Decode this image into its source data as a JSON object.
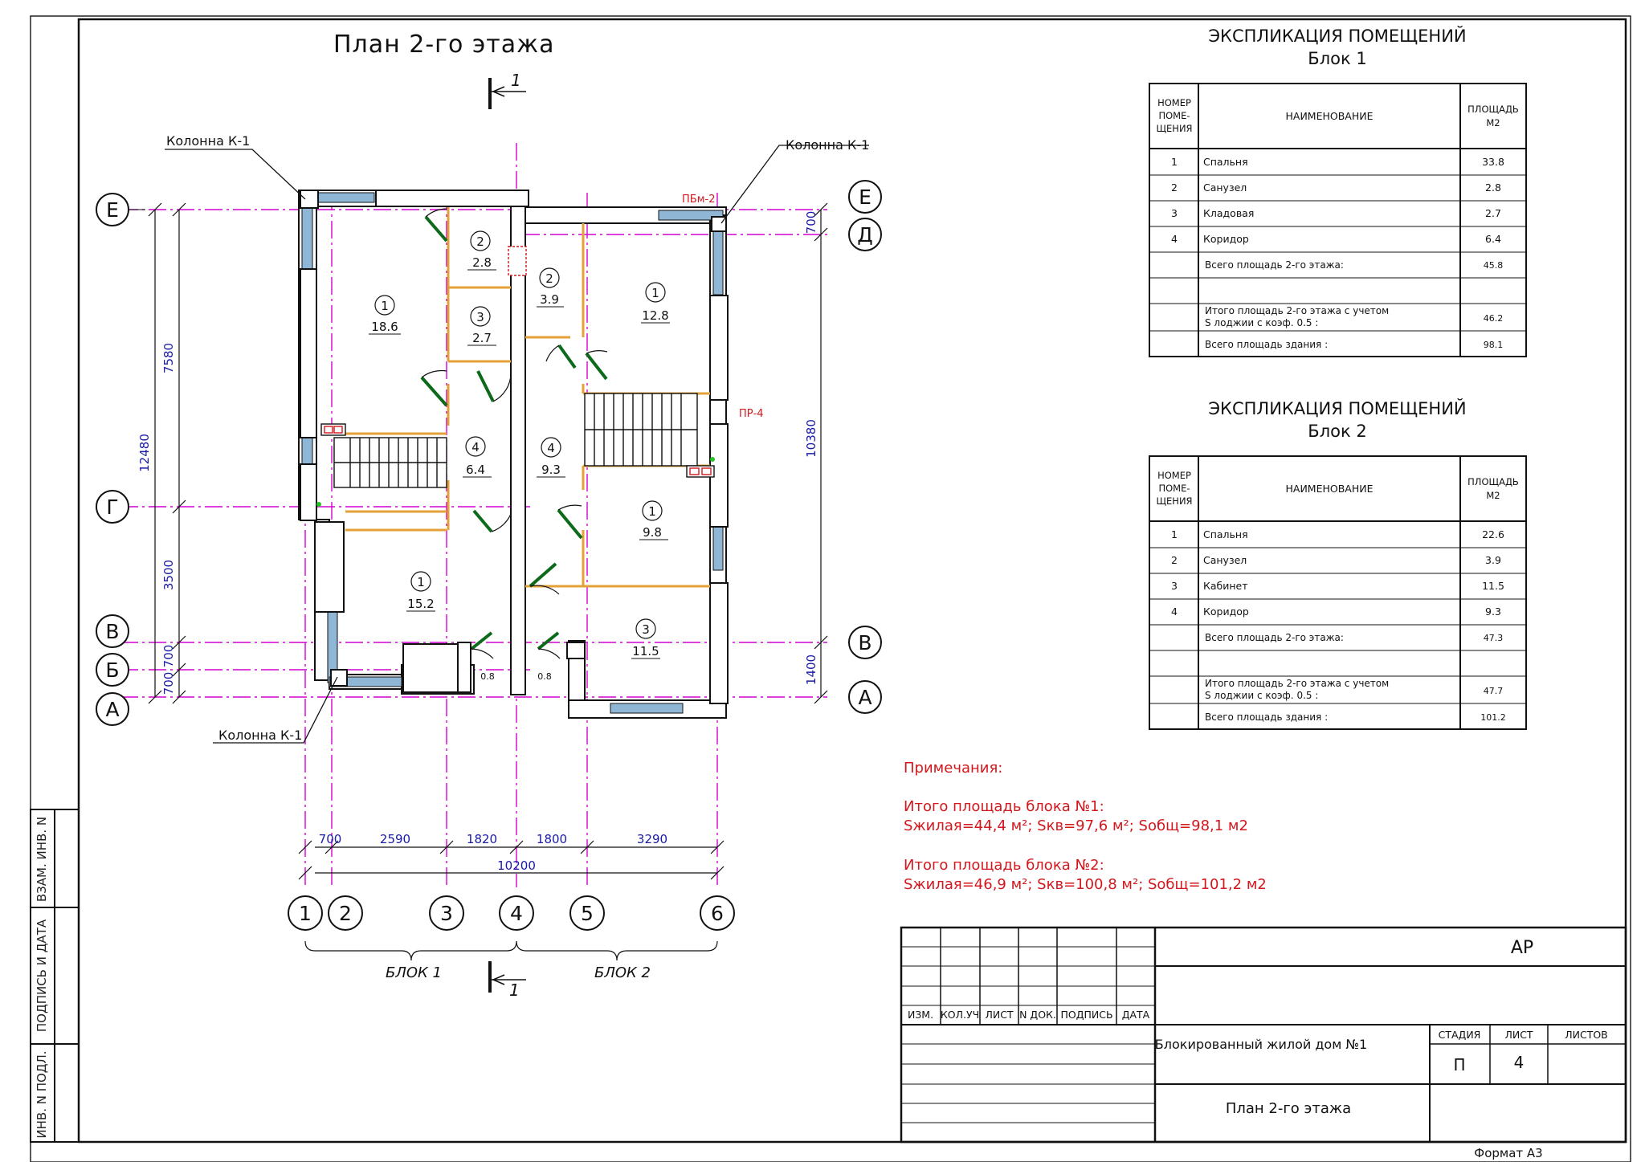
{
  "plan_title": "План 2-го этажа",
  "section_mark": "1",
  "column_label": "Колонна К-1",
  "lintel_label": "ПБм-2",
  "opening_label": "ПР-4",
  "axes": {
    "rows": [
      "Е",
      "Д",
      "Г",
      "В",
      "Б",
      "А"
    ],
    "cols": [
      "1",
      "2",
      "3",
      "4",
      "5",
      "6"
    ]
  },
  "dims": {
    "bottom_chain": [
      "700",
      "2590",
      "1820",
      "1800",
      "3290"
    ],
    "bottom_total": "10200",
    "left_inner": [
      "7580",
      "3500",
      "700",
      "700"
    ],
    "left_total": "12480",
    "right_values": [
      "700",
      "10380",
      "1400"
    ]
  },
  "blocks": [
    "БЛОК 1",
    "БЛОК 2"
  ],
  "rooms": [
    {
      "num": "1",
      "area": "18.6"
    },
    {
      "num": "2",
      "area": "2.8"
    },
    {
      "num": "3",
      "area": "2.7"
    },
    {
      "num": "4",
      "area": "6.4"
    },
    {
      "num": "1",
      "area": "15.2"
    },
    {
      "num": "2",
      "area": "3.9"
    },
    {
      "num": "1",
      "area": "12.8"
    },
    {
      "num": "4",
      "area": "9.3"
    },
    {
      "num": "1",
      "area": "9.8"
    },
    {
      "num": "3",
      "area": "11.5"
    }
  ],
  "loggia_areas": [
    "0.8",
    "0.8"
  ],
  "explication": {
    "title": "ЭКСПЛИКАЦИЯ ПОМЕЩЕНИЙ",
    "headers": {
      "num": [
        "НОМЕР",
        "ПОМЕ-",
        "ЩЕНИЯ"
      ],
      "name": "НАИМЕНОВАНИЕ",
      "area": [
        "ПЛОЩАДЬ",
        "М2"
      ]
    },
    "tables": [
      {
        "block": "Блок 1",
        "rows": [
          {
            "n": "1",
            "name": "Спальня",
            "area": "33.8"
          },
          {
            "n": "2",
            "name": "Санузел",
            "area": "2.8"
          },
          {
            "n": "3",
            "name": "Кладовая",
            "area": "2.7"
          },
          {
            "n": "4",
            "name": "Коридор",
            "area": "6.4"
          }
        ],
        "total_floor_label": "Всего  площадь 2-го этажа:",
        "total_floor": "45.8",
        "total_loggia_label": [
          "Итого  площадь 2-го этажа с учетом",
          "S лоджии с коэф. 0.5 :"
        ],
        "total_loggia": "46.2",
        "total_building_label": "Всего  площадь здания :",
        "total_building": "98.1"
      },
      {
        "block": "Блок 2",
        "rows": [
          {
            "n": "1",
            "name": "Спальня",
            "area": "22.6"
          },
          {
            "n": "2",
            "name": "Санузел",
            "area": "3.9"
          },
          {
            "n": "3",
            "name": "Кабинет",
            "area": "11.5"
          },
          {
            "n": "4",
            "name": "Коридор",
            "area": "9.3"
          }
        ],
        "total_floor_label": "Всего  площадь 2-го этажа:",
        "total_floor": "47.3",
        "total_loggia_label": [
          "Итого  площадь 2-го этажа с учетом",
          "S лоджии с коэф. 0.5 :"
        ],
        "total_loggia": "47.7",
        "total_building_label": "Всего  площадь здания :",
        "total_building": "101.2"
      }
    ]
  },
  "notes": {
    "heading": "Примечания:",
    "block1_title": "Итого площадь блока №1:",
    "block1_line": "Sжилая=44,4 м²; Sкв=97,6 м²; Sобщ=98,1 м2",
    "block2_title": "Итого площадь блока №2:",
    "block2_line": "Sжилая=46,9 м²; Sкв=100,8 м²; Sобщ=101,2 м2"
  },
  "stamp": {
    "code": "АР",
    "cols": [
      "ИЗМ.",
      "КОЛ.УЧ",
      "ЛИСТ",
      "N ДОК.",
      "ПОДПИСЬ",
      "ДАТА"
    ],
    "project": "Блокированный жилой дом №1",
    "stage_label": "СТАДИЯ",
    "sheet_label": "ЛИСТ",
    "sheets_label": "ЛИСТОВ",
    "stage": "П",
    "sheet": "4",
    "drawing": "План 2-го этажа",
    "format": "Формат А3"
  },
  "side_strip": [
    "ИНВ. N ПОДЛ.",
    "ПОДПИСЬ И ДАТА",
    "ВЗАМ. ИНВ. N"
  ],
  "colors": {
    "axis": "#d400d4",
    "dim": "#1a1aa8",
    "red": "#d4171d",
    "glass": "#8fb6d4",
    "door": "#0c6a1a",
    "partition": "#e3a13a",
    "ink": "#111111"
  }
}
